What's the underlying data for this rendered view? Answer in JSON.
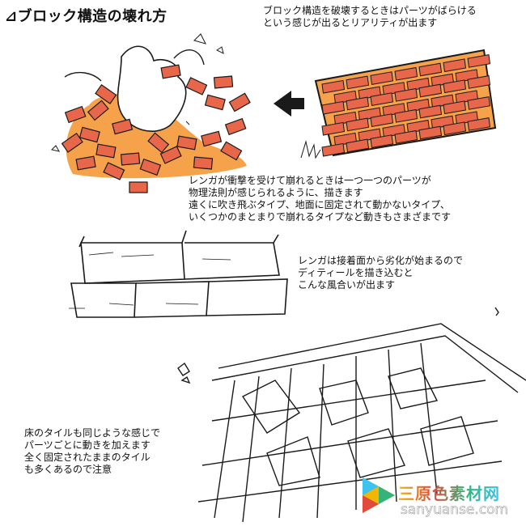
{
  "title": "⊿ブロック構造の壊れ方",
  "captions": {
    "top_right": "ブロック構造を破壊するときはパーツがばらける\nという感じが出るとリアリティが出ます",
    "middle": "レンガが衝撃を受けて崩れるときは一つ一つのパーツが\n物理法則が感じられるように、描きます\n遠くに吹き飛ぶタイプ、地面に固定されて動かないタイプ、\nいくつかのまとまりで崩れるタイプなど動きもさまざまです",
    "wall": "レンガは接着面から劣化が始まるので\nディティールを描き込むと\nこんな風合いが出ます",
    "floor": "床のタイルも同じような感じで\nパーツごとに動きを加えます\n全く固定されたままのタイル\nも多くあるので注意"
  },
  "watermark": {
    "text": "三原色素材网",
    "url": "sanyuanse.com",
    "colors": [
      "#f2b705",
      "#3cc3ef",
      "#e24a3b",
      "#34b37a"
    ]
  },
  "colors": {
    "brick": "#e8674a",
    "mortar": "#f6a24a",
    "ink": "#1a1a1a"
  }
}
